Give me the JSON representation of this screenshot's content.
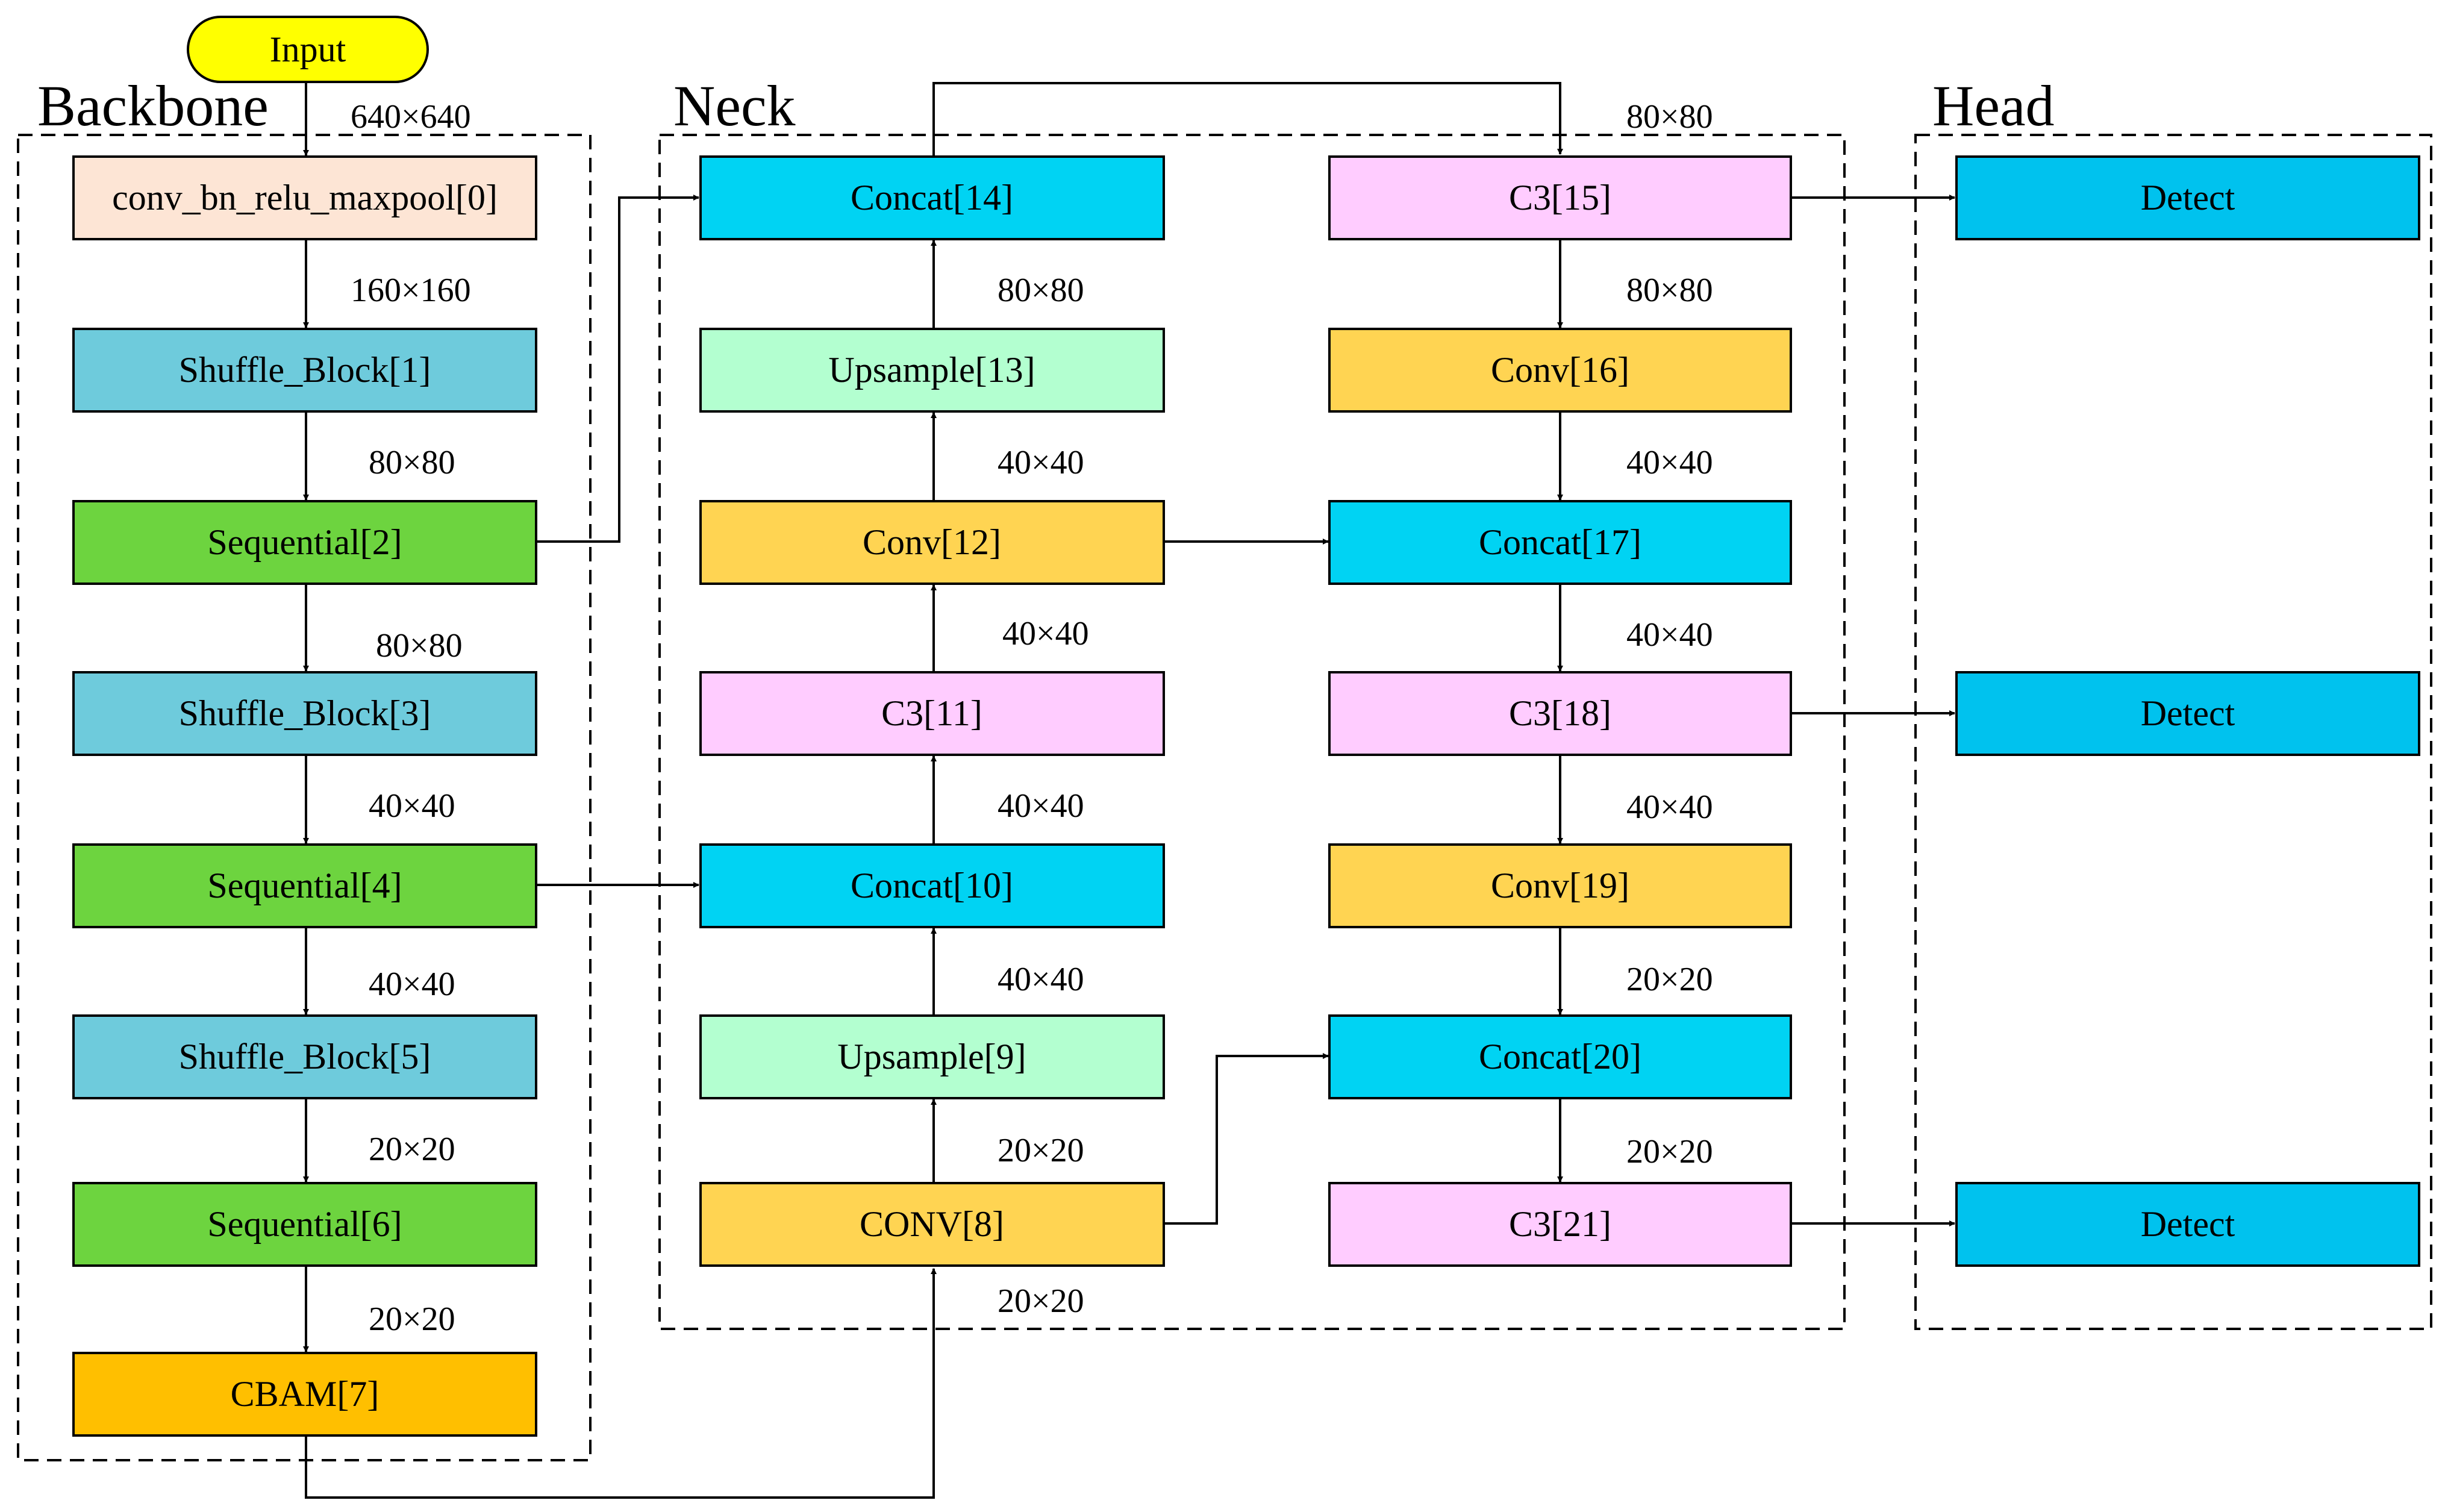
{
  "input": {
    "label": "Input"
  },
  "sections": {
    "backbone": "Backbone",
    "neck": "Neck",
    "head": "Head"
  },
  "colors": {
    "peach": "#fde5d5",
    "light_blue": "#6ecbdc",
    "green": "#6dd43f",
    "orange": "#ffbf00",
    "yellow": "#ffd452",
    "mint": "#b3ffd0",
    "pink": "#ffccff",
    "cyan": "#00d3f3",
    "head_cyan": "#00c2ee",
    "input_yellow": "#ffff00"
  },
  "nodes": {
    "n0": {
      "label": "conv_bn_relu_maxpool[0]",
      "color": "peach"
    },
    "n1": {
      "label": "Shuffle_Block[1]",
      "color": "light_blue"
    },
    "n2": {
      "label": "Sequential[2]",
      "color": "green"
    },
    "n3": {
      "label": "Shuffle_Block[3]",
      "color": "light_blue"
    },
    "n4": {
      "label": "Sequential[4]",
      "color": "green"
    },
    "n5": {
      "label": "Shuffle_Block[5]",
      "color": "light_blue"
    },
    "n6": {
      "label": "Sequential[6]",
      "color": "green"
    },
    "n7": {
      "label": "CBAM[7]",
      "color": "orange"
    },
    "n8": {
      "label": "CONV[8]",
      "color": "yellow"
    },
    "n9": {
      "label": "Upsample[9]",
      "color": "mint"
    },
    "n10": {
      "label": "Concat[10]",
      "color": "cyan"
    },
    "n11": {
      "label": "C3[11]",
      "color": "pink"
    },
    "n12": {
      "label": "Conv[12]",
      "color": "yellow"
    },
    "n13": {
      "label": "Upsample[13]",
      "color": "mint"
    },
    "n14": {
      "label": "Concat[14]",
      "color": "cyan"
    },
    "n15": {
      "label": "C3[15]",
      "color": "pink"
    },
    "n16": {
      "label": "Conv[16]",
      "color": "yellow"
    },
    "n17": {
      "label": "Concat[17]",
      "color": "cyan"
    },
    "n18": {
      "label": "C3[18]",
      "color": "pink"
    },
    "n19": {
      "label": "Conv[19]",
      "color": "yellow"
    },
    "n20": {
      "label": "Concat[20]",
      "color": "cyan"
    },
    "n21": {
      "label": "C3[21]",
      "color": "pink"
    },
    "d1": {
      "label": "Detect",
      "color": "head_cyan"
    },
    "d2": {
      "label": "Detect",
      "color": "head_cyan"
    },
    "d3": {
      "label": "Detect",
      "color": "head_cyan"
    }
  },
  "dims": {
    "input": "640×640",
    "b01": "160×160",
    "b12": "80×80",
    "b23": "80×80",
    "b34": "40×40",
    "b45": "40×40",
    "b56": "20×20",
    "b67": "20×20",
    "n13_14": "80×80",
    "n12_13": "40×40",
    "n11_12": "40×40",
    "n10_11": "40×40",
    "n9_10": "40×40",
    "n8_9": "20×20",
    "n7_8": "20×20",
    "top_15": "80×80",
    "n15_16": "80×80",
    "n16_17": "40×40",
    "n17_18": "40×40",
    "n18_19": "40×40",
    "n19_20": "20×20",
    "n20_21": "20×20"
  }
}
